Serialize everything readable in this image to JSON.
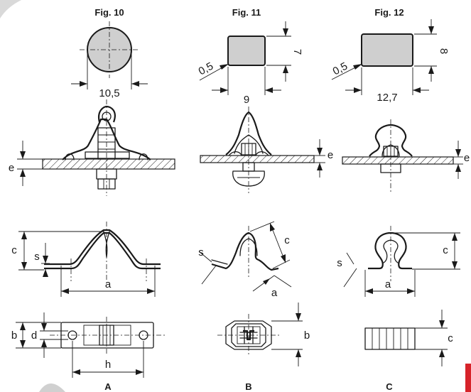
{
  "figures": {
    "fig10": "Fig. 10",
    "fig11": "Fig. 11",
    "fig12": "Fig. 12"
  },
  "dimensions": {
    "fig10_diameter": "10,5",
    "fig11_radius": "0,5",
    "fig11_width": "9",
    "fig11_height": "7",
    "fig12_radius": "0,5",
    "fig12_width": "12,7",
    "fig12_height": "8"
  },
  "labels": {
    "e": "e",
    "c": "c",
    "s": "s",
    "a": "a",
    "b": "b",
    "d": "d",
    "h": "h"
  },
  "columns": {
    "A": "A",
    "B": "B",
    "C": "C"
  },
  "colors": {
    "fill_grey": "#cfcfcf",
    "line": "#1a1a1a",
    "accent_red": "#d7232a"
  }
}
